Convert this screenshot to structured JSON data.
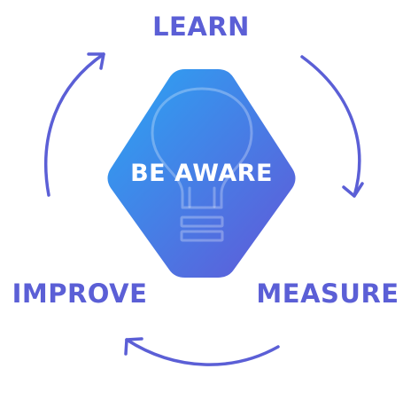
{
  "center": {
    "label": "BE AWARE",
    "icon": "lightbulb-icon"
  },
  "steps": {
    "top": "LEARN",
    "right": "MEASURE",
    "left": "IMPROVE"
  },
  "colors": {
    "accent": "#5b5fd6",
    "gradient_start": "#2aa6f4",
    "gradient_end": "#6257d7",
    "center_text": "#ffffff"
  }
}
